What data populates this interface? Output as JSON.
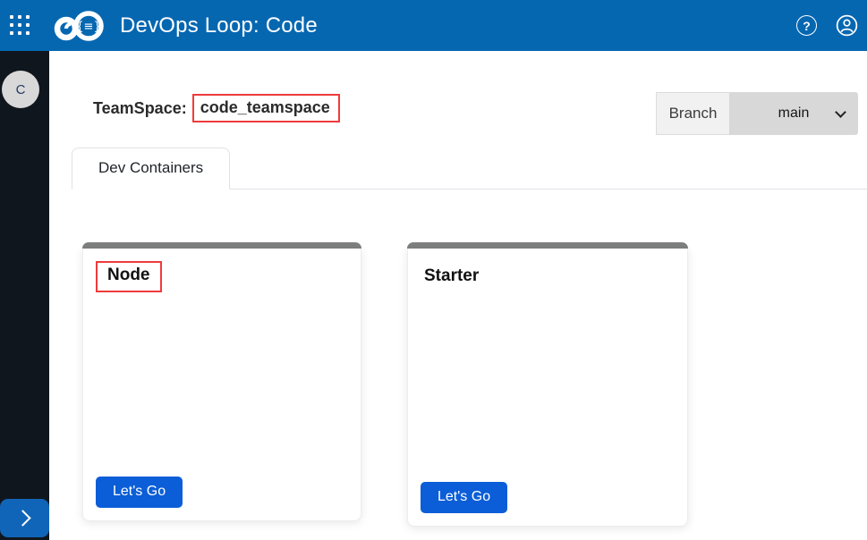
{
  "header": {
    "title": "DevOps Loop: Code",
    "help_label": "?",
    "icons": {
      "apps_grid": "apps-grid-3x3",
      "logo": "devops-infinity-code-braces",
      "help": "question-mark-circle",
      "user": "person-circle"
    }
  },
  "sidebar": {
    "avatar_letter": "C",
    "expand_icon": "chevron-right"
  },
  "main": {
    "teamspace_label": "TeamSpace:",
    "teamspace_value": "code_teamspace",
    "branch": {
      "label": "Branch",
      "selected_option": "main",
      "chevron_icon": "chevron-down"
    },
    "tabs": [
      {
        "label": "Dev Containers",
        "active": true
      }
    ],
    "cards": [
      {
        "title": "Node",
        "annotated": true,
        "button_label": "Let's Go"
      },
      {
        "title": "Starter",
        "annotated": false,
        "button_label": "Let's Go"
      }
    ]
  },
  "colors": {
    "header_bg": "#0667b1",
    "sidebar_bg": "#10161d",
    "primary_button": "#0b5ed7",
    "annotation_red": "#ee3b3b",
    "card_topbar": "#7e8080",
    "branch_label_bg": "#f1f1f1",
    "branch_select_bg": "#d8d8d8"
  }
}
